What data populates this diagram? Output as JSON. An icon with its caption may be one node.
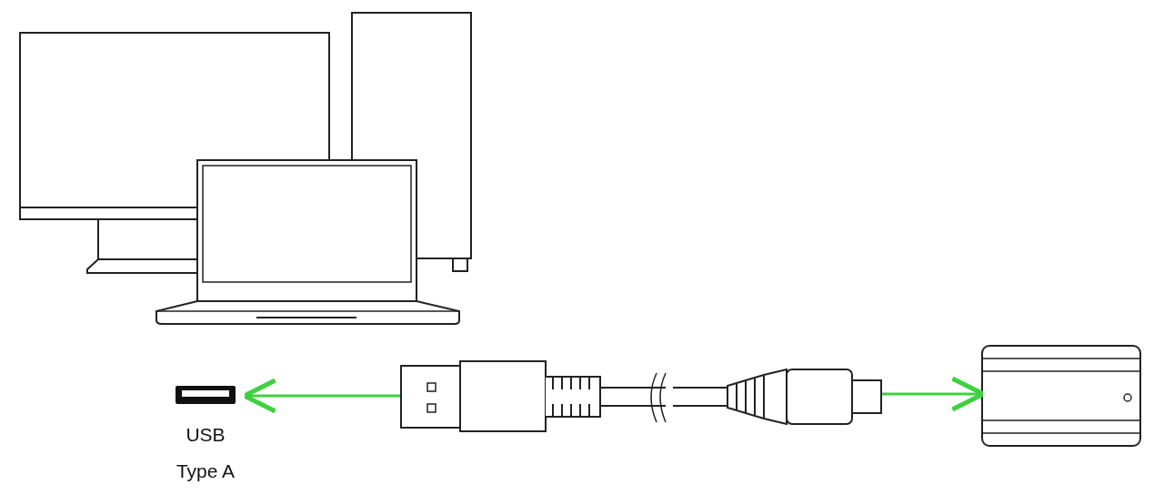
{
  "diagram": {
    "nodes": [
      {
        "text": [
          "USB",
          "Type A"
        ]
      },
      {
        "text": [],
        "shape": "picture"
      },
      {
        "text": [],
        "shape": "picture"
      }
    ],
    "edges": [
      {
        "from": 1,
        "to": 0,
        "arrow": "to"
      },
      {
        "from": 1,
        "to": 2,
        "arrow": "to"
      }
    ]
  }
}
